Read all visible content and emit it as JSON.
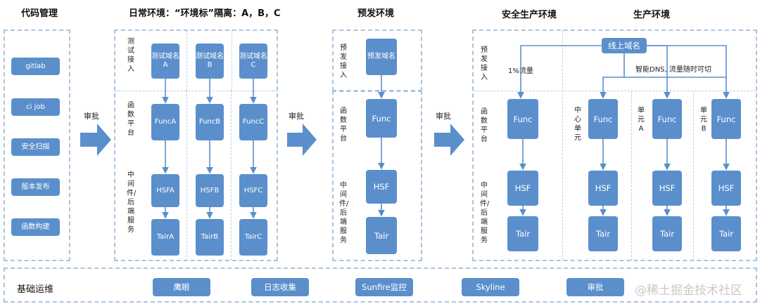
{
  "sections": {
    "code_mgmt": "代码管理",
    "daily_env": "日常环境：“环境标”隔离：A，B，C",
    "pre_env": "预发环境",
    "safe_prod_env": "安全生产环境",
    "prod_env": "生产环境"
  },
  "code_mgmt_items": [
    "gitlab",
    "ci job",
    "安全扫描",
    "版本发布",
    "函数构建"
  ],
  "approve": "审批",
  "daily": {
    "row_labels": [
      "测试接入",
      "函数平台",
      "中间件/后端服务"
    ],
    "columns": [
      {
        "domain": "测试域名A",
        "func": "FuncA",
        "hsf": "HSFA",
        "tair": "TairA"
      },
      {
        "domain": "测试域名B",
        "func": "FuncB",
        "hsf": "HSFB",
        "tair": "TairB"
      },
      {
        "domain": "测试域名C",
        "func": "FuncC",
        "hsf": "HSFC",
        "tair": "TairC"
      }
    ]
  },
  "pre": {
    "row_labels": [
      "预发接入",
      "函数平台",
      "中间件/后端服务"
    ],
    "domain": "预发域名",
    "func": "Func",
    "hsf": "HSF",
    "tair": "Tair"
  },
  "safe_prod": {
    "row_labels": [
      "预发接入",
      "函数平台",
      "中间件/后端服务"
    ],
    "traffic": "1%流量",
    "func": "Func",
    "hsf": "HSF",
    "tair": "Tair"
  },
  "prod": {
    "online_domain": "线上域名",
    "dns_note": "智能DNS, 流量随时可切",
    "units": [
      {
        "label": "中心单元",
        "func": "Func",
        "hsf": "HSF",
        "tair": "Tair"
      },
      {
        "label": "单元A",
        "func": "Func",
        "hsf": "HSF",
        "tair": "Tair"
      },
      {
        "label": "单元B",
        "func": "Func",
        "hsf": "HSF",
        "tair": "Tair"
      }
    ]
  },
  "infra": {
    "title": "基础运维",
    "items": [
      "鹰眼",
      "日志收集",
      "Sunfire监控",
      "Skyline",
      "审批"
    ]
  },
  "watermark": "@稀土掘金技术社区",
  "colors": {
    "node": "#5b8fcc",
    "dash": "#a9c4de",
    "arrow": "#5b8fcc"
  }
}
